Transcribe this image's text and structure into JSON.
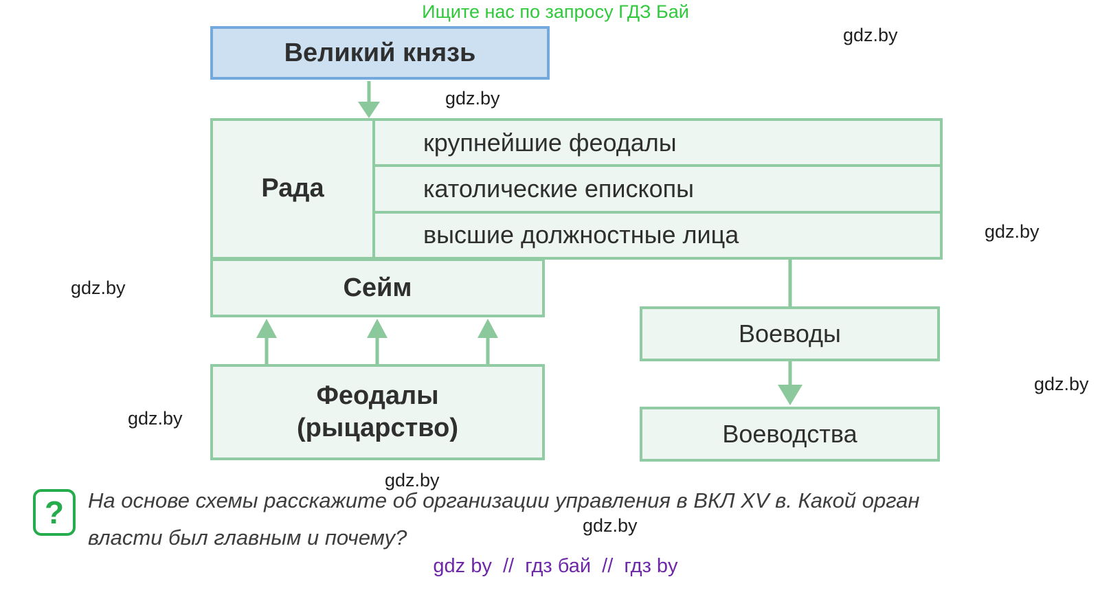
{
  "page": {
    "background": "#ffffff"
  },
  "watermarks": {
    "seo_banner": "Ищите нас по запросу ГДЗ Бай",
    "site_label": "gdz.by",
    "footer": "gdz by  //  гдз бай  //  гдз by",
    "colors": {
      "banner": "#2fc93b",
      "plain": "#1f1f1f",
      "footer": "#6d28a8"
    }
  },
  "diagram": {
    "colors": {
      "grand_duke_fill": "#cde0f2",
      "grand_duke_border": "#74a9dd",
      "box_fill": "#edf6f1",
      "box_border": "#90cba3",
      "arrow": "#8bc89c",
      "text": "#2f2f2f"
    },
    "grand_duke": {
      "label": "Великий князь"
    },
    "rada": {
      "label": "Рада",
      "members": [
        "крупнейшие феодалы",
        "католические епископы",
        "высшие должностные лица"
      ]
    },
    "sejm": {
      "label": "Сейм"
    },
    "feudals": {
      "label_line1": "Феодалы",
      "label_line2": "(рыцарство)"
    },
    "voivodes": {
      "label": "Воеводы"
    },
    "voivodeships": {
      "label": "Воеводства"
    }
  },
  "question": {
    "icon_glyph": "?",
    "line1": "На основе схемы расскажите об организации управления в ВКЛ XV в. Какой орган",
    "line2": "власти был главным и почему?"
  }
}
